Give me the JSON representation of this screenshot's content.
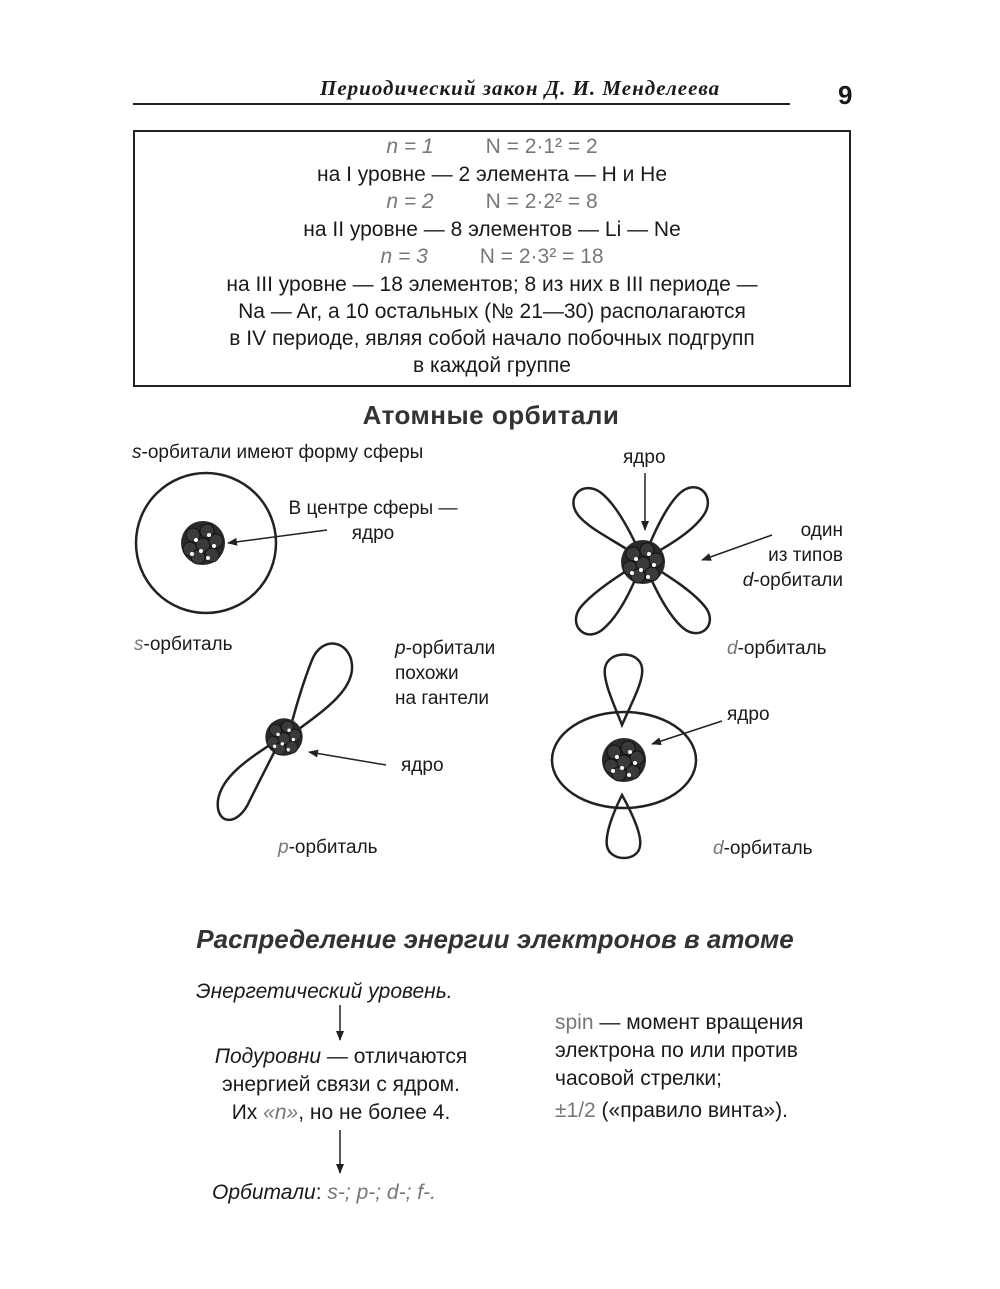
{
  "header": {
    "running_title": "Периодический закон Д. И. Менделеева",
    "page_number": "9"
  },
  "box": {
    "line1_n": "n = 1",
    "line1_N": "N = 2·1² = 2",
    "line2": "на I уровне — 2  элемента — H и He",
    "line3_n": "n = 2",
    "line3_N": "N = 2·2² = 8",
    "line4": "на II уровне — 8 элементов — Li — Ne",
    "line5_n": "n = 3",
    "line5_N": "N = 2·3² = 18",
    "line6": "на III уровне — 18 элементов; 8 из них в III периоде —",
    "line7": "Na — Ar, а 10 остальных (№ 21—30) располагаются",
    "line8": "в IV периоде, являя собой начало побочных подгрупп",
    "line9": "в каждой группе"
  },
  "orbitals": {
    "title": "Атомные орбитали",
    "s_intro_letter": "s",
    "s_intro_rest": "-орбитали имеют форму сферы",
    "s_center_line1": "В центре сферы —",
    "s_center_line2": "ядро",
    "s_caption_letter": "s",
    "s_caption_rest": "-орбиталь",
    "p_desc_letter": "p",
    "p_desc_rest": "-орбитали",
    "p_desc_line2": "похожи",
    "p_desc_line3": "на гантели",
    "p_nucleus": "ядро",
    "p_caption_letter": "p",
    "p_caption_rest": "-орбиталь",
    "d1_nucleus": "ядро",
    "d1_desc_line1": "один",
    "d1_desc_line2": "из типов",
    "d1_desc_letter": "d",
    "d1_desc_rest": "-орбитали",
    "d1_caption_letter": "d",
    "d1_caption_rest": "-орбиталь",
    "d2_nucleus": "ядро",
    "d2_caption_letter": "d",
    "d2_caption_rest": "-орбиталь"
  },
  "energy": {
    "title": "Распределение энергии электронов в атоме",
    "level": "Энергетический уровень.",
    "sublevels_it": "Подуровни",
    "sublevels_rest": " — отличаются",
    "sublevels_line2": "энергией связи с ядром.",
    "sublevels_line3_a": "Их ",
    "sublevels_line3_n": "«n»",
    "sublevels_line3_b": ", но не более 4.",
    "orbitals_it": "Орбитали",
    "orbitals_colon": ": ",
    "orbitals_list": "s-; p-; d-; f-.",
    "spin_word": "spin",
    "spin_rest": " — момент вращения",
    "spin_line2": "электрона по или против",
    "spin_line3": "часовой стрелки;",
    "spin_value": "±1/2",
    "spin_rule": " («правило винта»)."
  }
}
